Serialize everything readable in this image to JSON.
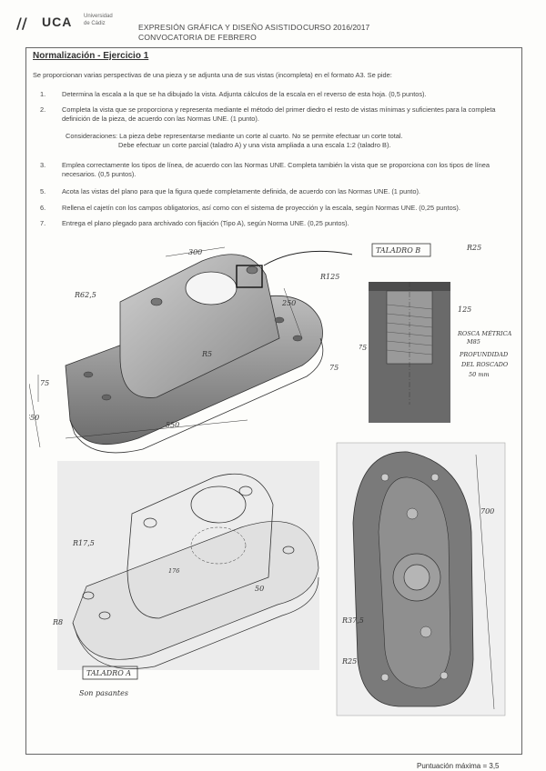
{
  "header": {
    "logo_mark": "//",
    "logo_text": "UCA",
    "logo_sub_1": "Universidad",
    "logo_sub_2": "de Cádiz",
    "title_line1": "EXPRESIÓN GRÁFICA Y DISEÑO ASISTIDO",
    "title_line2": "CONVOCATORIA DE FEBRERO",
    "course": "CURSO 2016/2017"
  },
  "exercise_title": "Normalización - Ejercicio 1",
  "intro": "Se proporcionan varias perspectivas de una pieza y se adjunta una de sus vistas (incompleta) en el formato A3. Se pide:",
  "items": [
    {
      "num": "1.",
      "text": "Determina la escala a la que se ha dibujado la vista. Adjunta cálculos de la escala en el reverso de esta hoja. (0,5 puntos)."
    },
    {
      "num": "2.",
      "text": "Completa la vista que se proporciona y representa mediante el método del primer diedro el resto de vistas mínimas y suficientes para la completa definición de la pieza, de acuerdo con las Normas UNE. (1 punto)."
    },
    {
      "num": "3.",
      "text": "Emplea correctamente los tipos de línea, de acuerdo con las Normas UNE. Completa también la vista que se proporciona con los tipos de línea necesarios. (0,5 puntos)."
    },
    {
      "num": "5.",
      "text": "Acota las vistas del plano para que la figura quede completamente definida, de acuerdo con las Normas UNE. (1 punto)."
    },
    {
      "num": "6.",
      "text": "Rellena el cajetín con los campos obligatorios, así como con el sistema de proyección y la escala, según Normas UNE. (0,25 puntos)."
    },
    {
      "num": "7.",
      "text": "Entrega el plano plegado para archivado con fijación (Tipo A), según Norma UNE. (0,25 puntos)."
    }
  ],
  "considerations_line1": "Consideraciones: La pieza debe representarse mediante un corte al cuarto. No se permite efectuar un corte total.",
  "considerations_line2": "Debe efectuar un corte parcial (taladro A) y una vista ampliada a una escala 1:2 (taladro B).",
  "annotations": {
    "dim_300": "300",
    "dim_r125": "R125",
    "dim_r62": "R62,5",
    "dim_250": "250",
    "dim_r5": "R5",
    "dim_75a": "75",
    "dim_75b": "75",
    "dim_650": "650",
    "dim_550": "550",
    "label_b": "TALADRO B",
    "dim_r25": "R25",
    "dim_125": "125",
    "dim_75c": "75",
    "note_rosca_1": "ROSCA MÉTRICA",
    "note_rosca_2": "M85",
    "note_prof_1": "PROFUNDIDAD",
    "note_prof_2": "DEL ROSCADO",
    "note_prof_3": "50 mm",
    "dim_r175": "R17,5",
    "dim_176": "176",
    "dim_50": "50",
    "dim_r8": "R8",
    "label_a": "TALADRO A",
    "label_a_sub": "Son pasantes",
    "dim_700": "700",
    "dim_r375": "R37,5",
    "dim_n25": "R25"
  },
  "footer": "Puntuación máxima = 3,5",
  "colors": {
    "gray_dark": "#5a5a5a",
    "gray_mid": "#8a8a8a",
    "gray_light": "#b5b5b5"
  }
}
